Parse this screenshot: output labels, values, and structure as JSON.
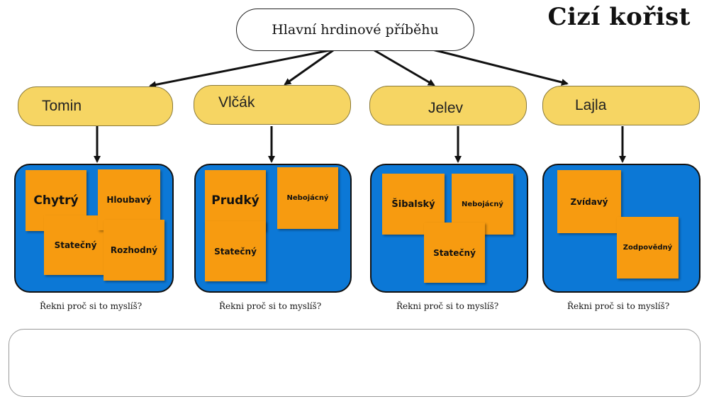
{
  "title": "Cizí kořist",
  "root": {
    "label": "Hlavní hrdinové příběhu"
  },
  "heroes": [
    {
      "name": "Tomin",
      "traits": [
        "Chytrý",
        "Hloubavý",
        "Statečný",
        "Rozhodný"
      ],
      "question": "Řekni proč si to myslíš?"
    },
    {
      "name": "Vlčák",
      "traits": [
        "Prudký",
        "Nebojácný",
        "Statečný"
      ],
      "question": "Řekni proč si to myslíš?"
    },
    {
      "name": "Jelev",
      "traits": [
        "Šibalský",
        "Nebojácný",
        "Statečný"
      ],
      "question": "Řekni proč si to myslíš?"
    },
    {
      "name": "Lajla",
      "traits": [
        "Zvídavý",
        "Zodpovědný"
      ],
      "question": "Řekni proč si to myslíš?"
    }
  ],
  "answer_box": {
    "value": ""
  },
  "colors": {
    "hero_fill": "#f6d563",
    "panel_fill": "#0c78d6",
    "trait_fill": "#f79b10"
  }
}
